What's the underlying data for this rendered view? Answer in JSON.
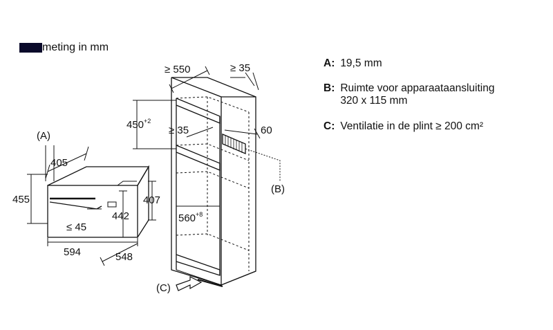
{
  "header": {
    "title": "meting in mm"
  },
  "left_unit": {
    "tag": "(A)",
    "dims": {
      "depth_top": "405",
      "height_outer": "455",
      "height_inner": "442",
      "height_niche": "407",
      "handle_gap": "≤ 45",
      "width": "594",
      "depth": "548"
    }
  },
  "tall_unit": {
    "dims": {
      "top_depth": "≥ 550",
      "top_gap": "≥ 35",
      "niche_height": "450",
      "niche_height_sup": "+2",
      "inner_gap": "≥ 35",
      "side": "60",
      "niche_width": "560",
      "niche_width_sup": "+8"
    },
    "callouts": {
      "b": "(B)",
      "c": "(C)"
    }
  },
  "legend": [
    {
      "key": "A:",
      "lines": [
        "19,5 mm"
      ]
    },
    {
      "key": "B:",
      "lines": [
        "Ruimte voor apparaataansluiting",
        "320 x 115 mm"
      ]
    },
    {
      "key": "C:",
      "lines": [
        "Ventilatie in de plint ≥ 200 cm²"
      ]
    }
  ]
}
